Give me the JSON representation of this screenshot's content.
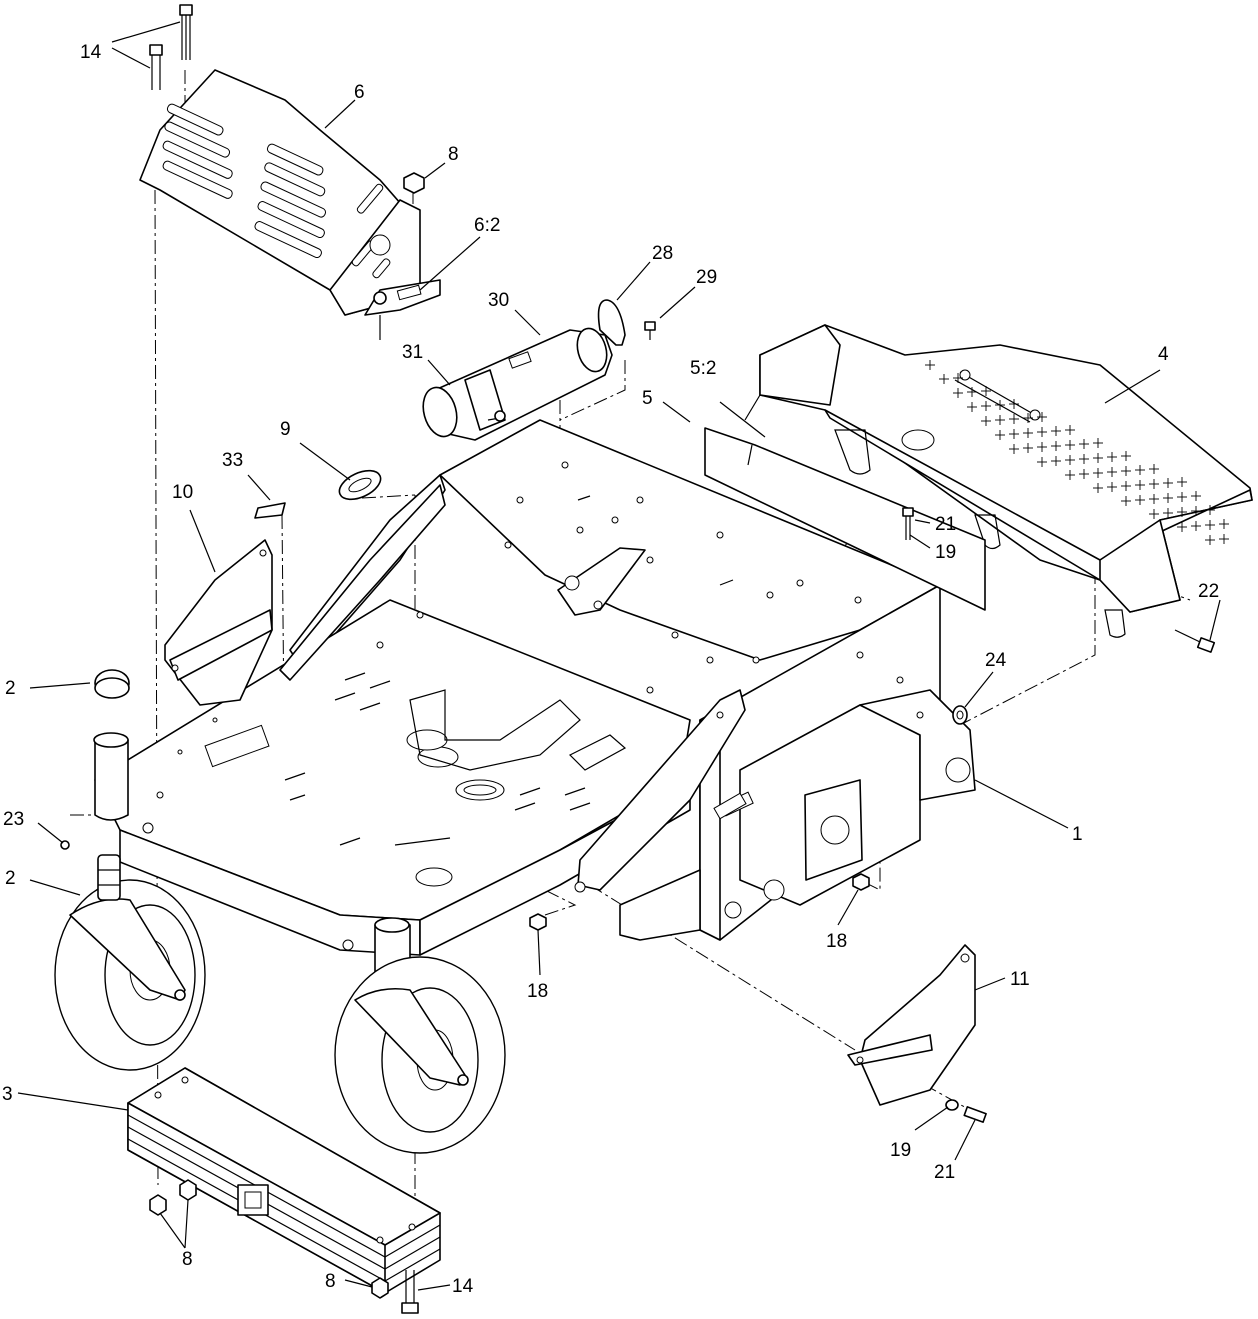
{
  "callouts": [
    {
      "id": "c14a",
      "text": "14"
    },
    {
      "id": "c6",
      "text": "6"
    },
    {
      "id": "c8a",
      "text": "8"
    },
    {
      "id": "c6_2",
      "text": "6:2"
    },
    {
      "id": "c28",
      "text": "28"
    },
    {
      "id": "c29",
      "text": "29"
    },
    {
      "id": "c30",
      "text": "30"
    },
    {
      "id": "c31",
      "text": "31"
    },
    {
      "id": "c5_2",
      "text": "5:2"
    },
    {
      "id": "c5",
      "text": "5"
    },
    {
      "id": "c4",
      "text": "4"
    },
    {
      "id": "c9",
      "text": "9"
    },
    {
      "id": "c33",
      "text": "33"
    },
    {
      "id": "c10",
      "text": "10"
    },
    {
      "id": "c21a",
      "text": "21"
    },
    {
      "id": "c19a",
      "text": "19"
    },
    {
      "id": "c22",
      "text": "22"
    },
    {
      "id": "c24",
      "text": "24"
    },
    {
      "id": "c2a",
      "text": "2"
    },
    {
      "id": "c23",
      "text": "23"
    },
    {
      "id": "c2b",
      "text": "2"
    },
    {
      "id": "c1",
      "text": "1"
    },
    {
      "id": "c18a",
      "text": "18"
    },
    {
      "id": "c18b",
      "text": "18"
    },
    {
      "id": "c11",
      "text": "11"
    },
    {
      "id": "c3",
      "text": "3"
    },
    {
      "id": "c19b",
      "text": "19"
    },
    {
      "id": "c21b",
      "text": "21"
    },
    {
      "id": "c8b",
      "text": "8"
    },
    {
      "id": "c8c",
      "text": "8"
    },
    {
      "id": "c14b",
      "text": "14"
    }
  ]
}
